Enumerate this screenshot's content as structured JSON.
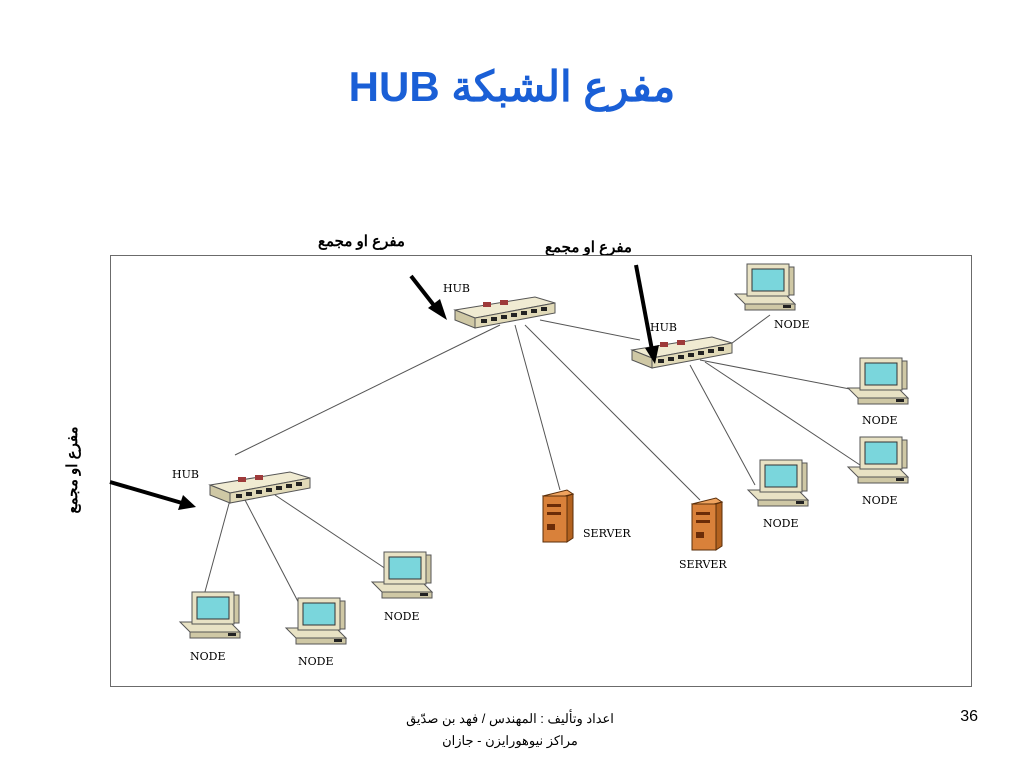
{
  "slide": {
    "title": "مفرع الشبكة HUB",
    "page_number": "36",
    "footer_line1": "اعداد وتأليف : المهندس / فهد بن صدّيق",
    "footer_line2": "مراكز نيوهورايزن - جازان"
  },
  "callouts": {
    "hub_top": "مفرع او مجمع",
    "hub_right": "مفرع او مجمع",
    "hub_left": "مفرع او مجمع"
  },
  "diagram": {
    "hub_label": "HUB",
    "node_label": "NODE",
    "server_label": "SERVER"
  },
  "colors": {
    "title": "#1a5fd6",
    "hub_body": "#e8e2c4",
    "monitor_screen": "#7ad6dc",
    "server": "#d9813a"
  }
}
